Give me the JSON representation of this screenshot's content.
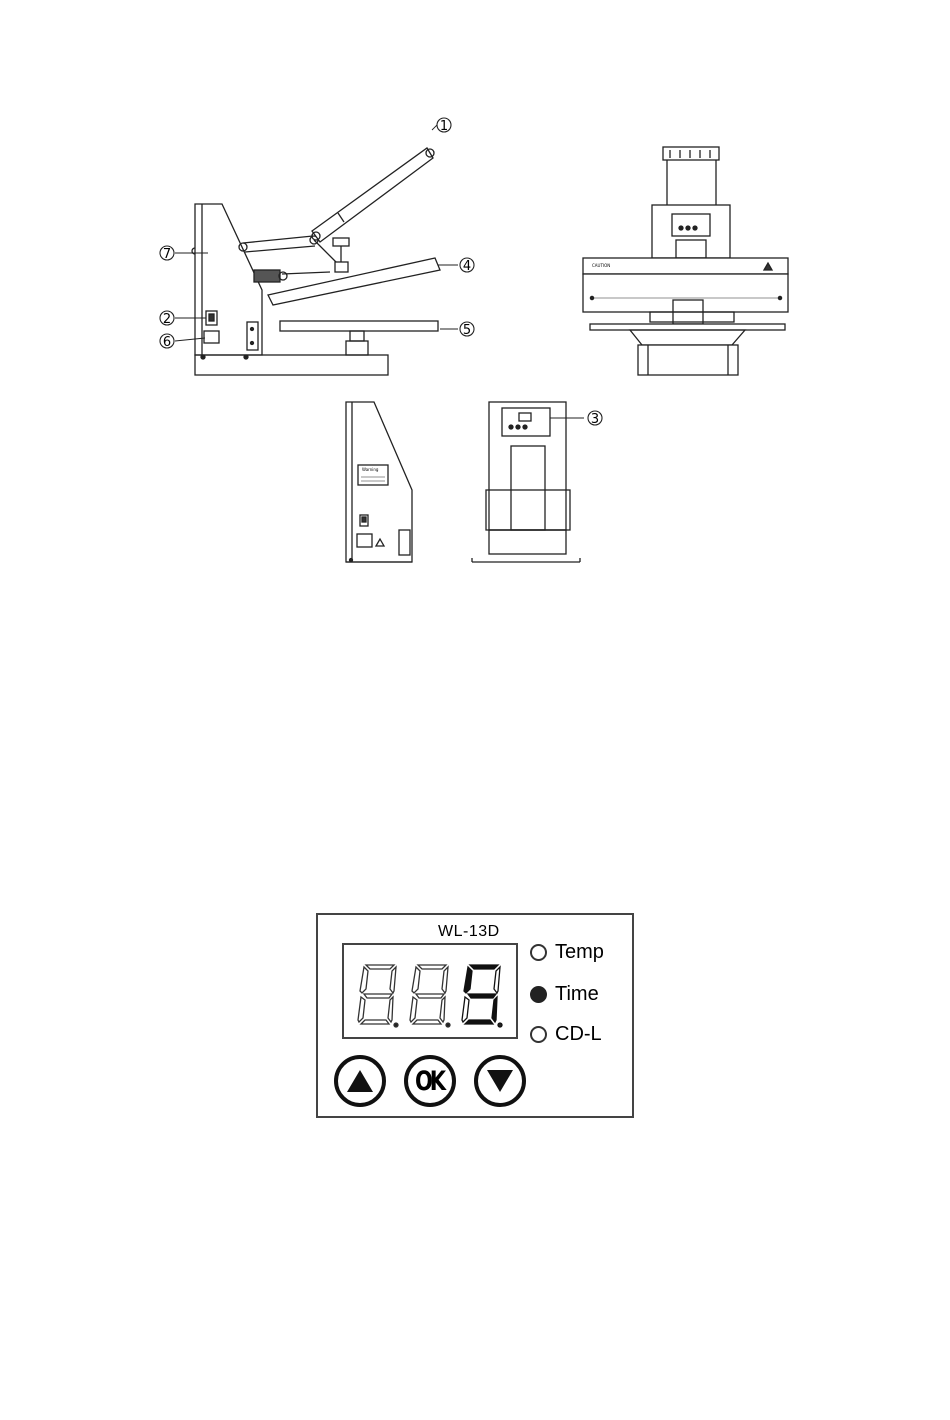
{
  "callouts": {
    "c1": "①",
    "c2": "②",
    "c3": "③",
    "c4": "④",
    "c5": "⑤",
    "c6": "⑥",
    "c7": "⑦"
  },
  "machine_labels": {
    "front_plate": "CAUTION",
    "side_label": "Warning"
  },
  "panel": {
    "model": "WL-13D",
    "display_value": "8.8.8",
    "indicators": [
      {
        "label": "Temp",
        "active": false
      },
      {
        "label": "Time",
        "active": true
      },
      {
        "label": "CD-L",
        "active": false
      }
    ],
    "buttons": {
      "up_icon": "triangle-up-icon",
      "ok_label": "OK",
      "down_icon": "triangle-down-icon"
    }
  }
}
